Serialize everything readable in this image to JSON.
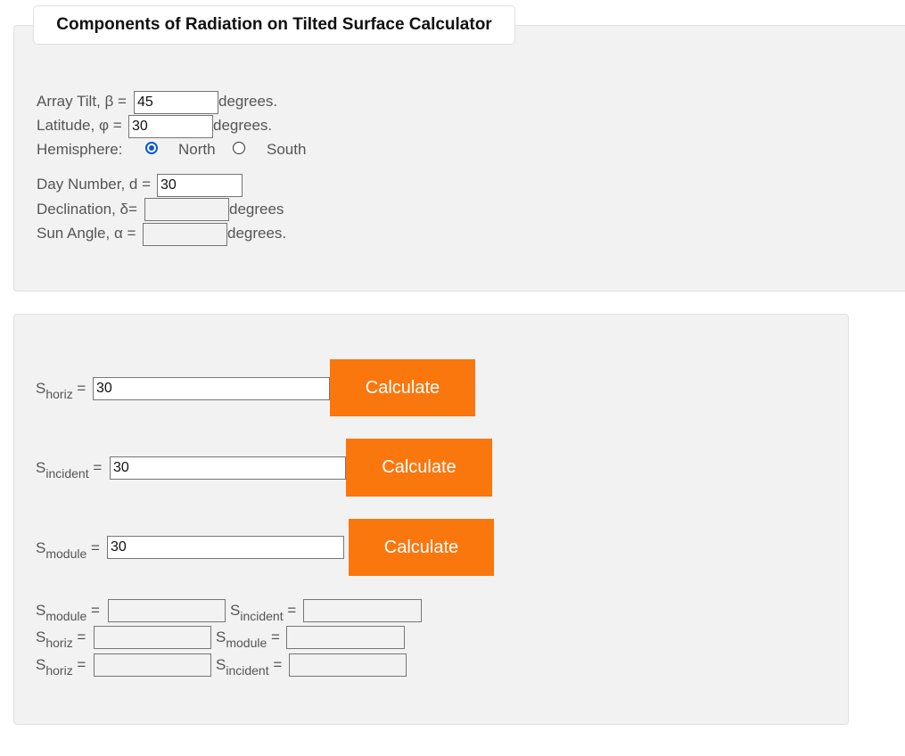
{
  "title": "Components of Radiation on Tilted Surface Calculator",
  "inputs": {
    "array_tilt": {
      "label": "Array Tilt, β =",
      "value": "45",
      "unit": "degrees."
    },
    "latitude": {
      "label": "Latitude, φ =",
      "value": "30",
      "unit": "degrees."
    },
    "hemisphere": {
      "label": "Hemisphere:",
      "options": [
        "North",
        "South"
      ],
      "selected": "North"
    },
    "day_number": {
      "label": "Day Number, d =",
      "value": "30"
    },
    "declination": {
      "label": "Declination, δ=",
      "value": "",
      "unit": "degrees"
    },
    "sun_angle": {
      "label": "Sun Angle, α =",
      "value": "",
      "unit": "degrees."
    }
  },
  "calc": {
    "s_horiz": {
      "s": "S",
      "sub": "horiz",
      "eq": " =",
      "value": "30",
      "button": "Calculate"
    },
    "s_incident": {
      "s": "S",
      "sub": "incident",
      "eq": " =",
      "value": "30",
      "button": "Calculate"
    },
    "s_module": {
      "s": "S",
      "sub": "module",
      "eq": " =",
      "value": "30",
      "button": "Calculate"
    }
  },
  "ratios": {
    "row1": {
      "left_sub": "module",
      "right_sub": "incident"
    },
    "row2": {
      "left_sub": "horiz",
      "right_sub": "module"
    },
    "row3": {
      "left_sub": "horiz",
      "right_sub": "incident"
    },
    "s": "S",
    "eq": " ="
  }
}
